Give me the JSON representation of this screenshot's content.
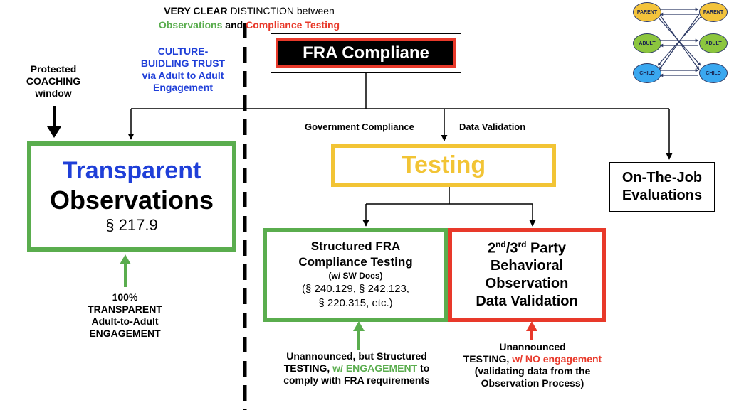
{
  "header": {
    "line1_bold": "VERY CLEAR",
    "line1_rest": "DISTINCTION between",
    "observations": "Observations",
    "and": "and",
    "compliance_testing": "Compliance Testing"
  },
  "left_note": {
    "lines": [
      "Protected",
      "COACHING",
      "window"
    ]
  },
  "culture_note": {
    "lines": [
      "CULTURE-",
      "BUIDLING TRUST",
      "via Adult to Adult",
      "Engagement"
    ]
  },
  "fra_box": {
    "title": "FRA Compliane"
  },
  "branch_labels": {
    "gov": "Government Compliance",
    "data": "Data Validation"
  },
  "observations_box": {
    "title": "Transparent",
    "subtitle": "Observations",
    "ref": "§ 217.9"
  },
  "testing_box": {
    "title": "Testing"
  },
  "otj_box": {
    "lines": [
      "On-The-Job",
      "Evaluations"
    ]
  },
  "structured_box": {
    "lines": [
      "Structured FRA",
      "Compliance Testing"
    ],
    "small": "(w/ SW Docs)",
    "refs": [
      "(§ 240.129, § 242.123,",
      "§ 220.315, etc.)"
    ]
  },
  "party_box": {
    "n1": "2",
    "s1": "nd",
    "sep": "/",
    "n2": "3",
    "s2": "rd",
    "tail": " Party",
    "lines": [
      "Behavioral",
      "Observation",
      "Data Validation"
    ]
  },
  "transparent_note": {
    "lines": [
      "100%",
      "TRANSPARENT",
      "Adult-to-Adult",
      "ENGAGEMENT"
    ]
  },
  "structured_note": {
    "line1": "Unannounced, but Structured",
    "line2_a": "TESTING, ",
    "line2_b": "w/ ENGAGEMENT",
    "line2_c": " to",
    "line3": "comply with FRA requirements"
  },
  "party_note": {
    "line1": "Unannounced",
    "line2_a": "TESTING, ",
    "line2_b": "w/ NO engagement",
    "line3": "(validating data from the",
    "line4": "Observation Process)"
  },
  "mini_diagram": {
    "left": [
      "PARENT",
      "ADULT",
      "CHILD"
    ],
    "right": [
      "PARENT",
      "ADULT",
      "CHILD"
    ]
  },
  "colors": {
    "green": "#5aad4e",
    "red": "#e8392a",
    "blue": "#1f3fd8",
    "yellow": "#f2c435",
    "parent": "#f3c33b",
    "adult": "#8cc63e",
    "child": "#3aa8f0"
  }
}
